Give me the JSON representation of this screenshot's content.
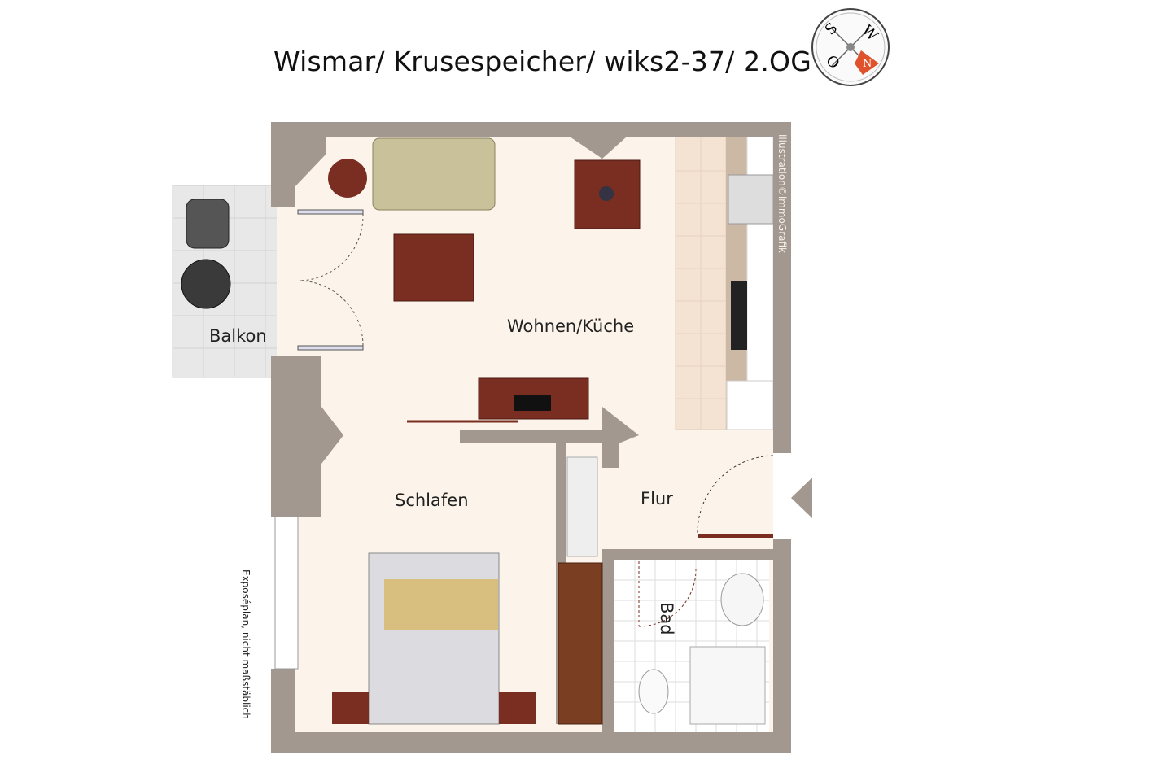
{
  "title": "Wismar/ Krusespeicher/ wiks2-37/ 2.OG",
  "compass": {
    "letters": [
      "S",
      "W",
      "O",
      "N"
    ],
    "north_color": "#e0522b"
  },
  "rooms": {
    "living": "Wohnen/Küche",
    "balcony": "Balkon",
    "bedroom": "Schlafen",
    "hall": "Flur",
    "bath": "Bad"
  },
  "credit": "illustration©immoGrafik",
  "disclaimer": "Exposéplan, nicht maßstäblich",
  "colors": {
    "wall": "#a39890",
    "floor": "#fcf4ea",
    "wood": "#7a2e22",
    "door": "#7a2e22"
  }
}
